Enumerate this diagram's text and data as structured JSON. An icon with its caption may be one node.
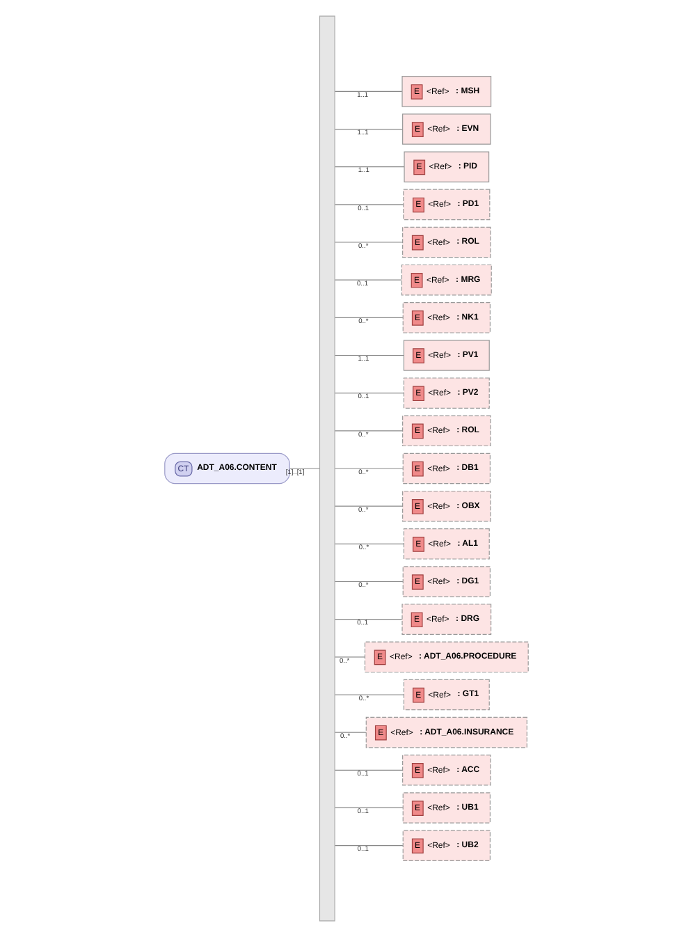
{
  "diagram": {
    "nodes": [
      {
        "text": [
          "CT",
          "ADT_A06.CONTENT"
        ]
      },
      {
        "text": [],
        "shape": "bar"
      },
      {
        "text": [
          "E",
          "<Ref>",
          ": MSH"
        ]
      },
      {
        "text": [
          "E",
          "<Ref>",
          ": EVN"
        ]
      },
      {
        "text": [
          "E",
          "<Ref>",
          ": PID"
        ]
      },
      {
        "text": [
          "E",
          "<Ref>",
          ": PD1"
        ]
      },
      {
        "text": [
          "E",
          "<Ref>",
          ": ROL"
        ]
      },
      {
        "text": [
          "E",
          "<Ref>",
          ": MRG"
        ]
      },
      {
        "text": [
          "E",
          "<Ref>",
          ": NK1"
        ]
      },
      {
        "text": [
          "E",
          "<Ref>",
          ": PV1"
        ]
      },
      {
        "text": [
          "E",
          "<Ref>",
          ": PV2"
        ]
      },
      {
        "text": [
          "E",
          "<Ref>",
          ": ROL"
        ]
      },
      {
        "text": [
          "E",
          "<Ref>",
          ": DB1"
        ]
      },
      {
        "text": [
          "E",
          "<Ref>",
          ": OBX"
        ]
      },
      {
        "text": [
          "E",
          "<Ref>",
          ": AL1"
        ]
      },
      {
        "text": [
          "E",
          "<Ref>",
          ": DG1"
        ]
      },
      {
        "text": [
          "E",
          "<Ref>",
          ": DRG"
        ]
      },
      {
        "text": [
          "E",
          "<Ref>",
          ": ADT_A06.PROCEDURE"
        ]
      },
      {
        "text": [
          "E",
          "<Ref>",
          ": GT1"
        ]
      },
      {
        "text": [
          "E",
          "<Ref>",
          ": ADT_A06.INSURANCE"
        ]
      },
      {
        "text": [
          "E",
          "<Ref>",
          ": ACC"
        ]
      },
      {
        "text": [
          "E",
          "<Ref>",
          ": UB1"
        ]
      },
      {
        "text": [
          "E",
          "<Ref>",
          ": UB2"
        ]
      }
    ],
    "edges": [
      {
        "from": 0,
        "to": 1,
        "arrow": "none",
        "label": "[1]..[1]"
      },
      {
        "from": 1,
        "to": 2,
        "arrow": "none",
        "label": "1..1"
      },
      {
        "from": 1,
        "to": 3,
        "arrow": "none",
        "label": "1..1"
      },
      {
        "from": 1,
        "to": 4,
        "arrow": "none",
        "label": "1..1"
      },
      {
        "from": 1,
        "to": 5,
        "arrow": "none",
        "label": "0..1"
      },
      {
        "from": 1,
        "to": 6,
        "arrow": "none",
        "label": "0..*"
      },
      {
        "from": 1,
        "to": 7,
        "arrow": "none",
        "label": "0..1"
      },
      {
        "from": 1,
        "to": 8,
        "arrow": "none",
        "label": "0..*"
      },
      {
        "from": 1,
        "to": 9,
        "arrow": "none",
        "label": "1..1"
      },
      {
        "from": 1,
        "to": 10,
        "arrow": "none",
        "label": "0..1"
      },
      {
        "from": 1,
        "to": 11,
        "arrow": "none",
        "label": "0..*"
      },
      {
        "from": 1,
        "to": 12,
        "arrow": "none",
        "label": "0..*"
      },
      {
        "from": 1,
        "to": 13,
        "arrow": "none",
        "label": "0..*"
      },
      {
        "from": 1,
        "to": 14,
        "arrow": "none",
        "label": "0..*"
      },
      {
        "from": 1,
        "to": 15,
        "arrow": "none",
        "label": "0..*"
      },
      {
        "from": 1,
        "to": 16,
        "arrow": "none",
        "label": "0..1"
      },
      {
        "from": 1,
        "to": 17,
        "arrow": "none",
        "label": "0..*"
      },
      {
        "from": 1,
        "to": 18,
        "arrow": "none",
        "label": "0..*"
      },
      {
        "from": 1,
        "to": 19,
        "arrow": "none",
        "label": "0..*"
      },
      {
        "from": 1,
        "to": 20,
        "arrow": "none",
        "label": "0..1"
      },
      {
        "from": 1,
        "to": 21,
        "arrow": "none",
        "label": "0..1"
      },
      {
        "from": 1,
        "to": 22,
        "arrow": "none",
        "label": "0..1"
      }
    ]
  }
}
